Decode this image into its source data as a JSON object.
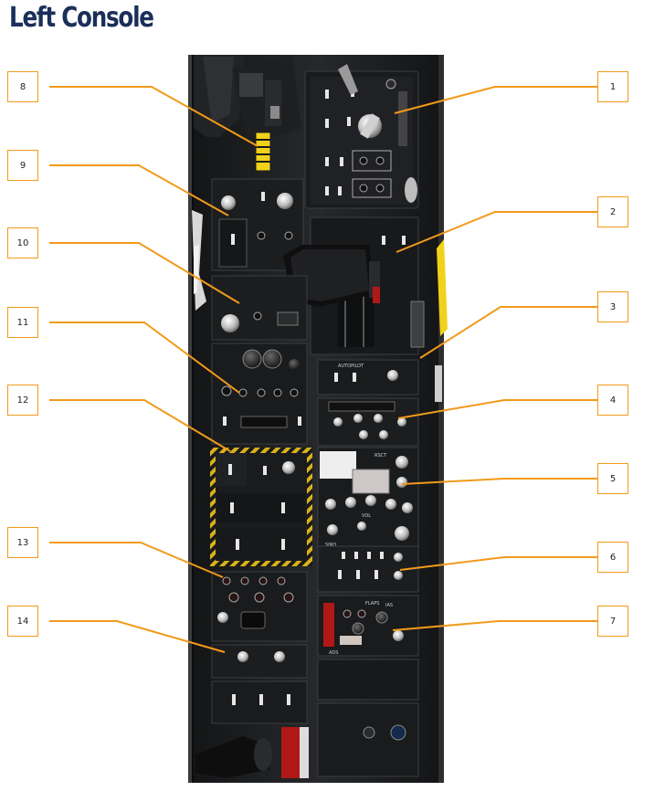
{
  "page": {
    "title": "Left Console"
  },
  "callouts": {
    "c1": "1",
    "c2": "2",
    "c3": "3",
    "c4": "4",
    "c5": "5",
    "c6": "6",
    "c7": "7",
    "c8": "8",
    "c9": "9",
    "c10": "10",
    "c11": "11",
    "c12": "12",
    "c13": "13",
    "c14": "14"
  },
  "panel_labels": {
    "autopilot": "AUTOPILOT",
    "rsct": "RSCT",
    "sind": "SIND",
    "vol": "VOL",
    "ads": "ADS",
    "ias": "IAS",
    "flaps": "FLAPS"
  },
  "colors": {
    "title": "#1b2f5a",
    "callout_border": "#f29a1a",
    "leader_line": "#f29a1a",
    "panel": "#1c1d1f",
    "hazard_stripe": "#d8b21a",
    "handle_yellow": "#f0d21a",
    "handle_red": "#b01818"
  }
}
